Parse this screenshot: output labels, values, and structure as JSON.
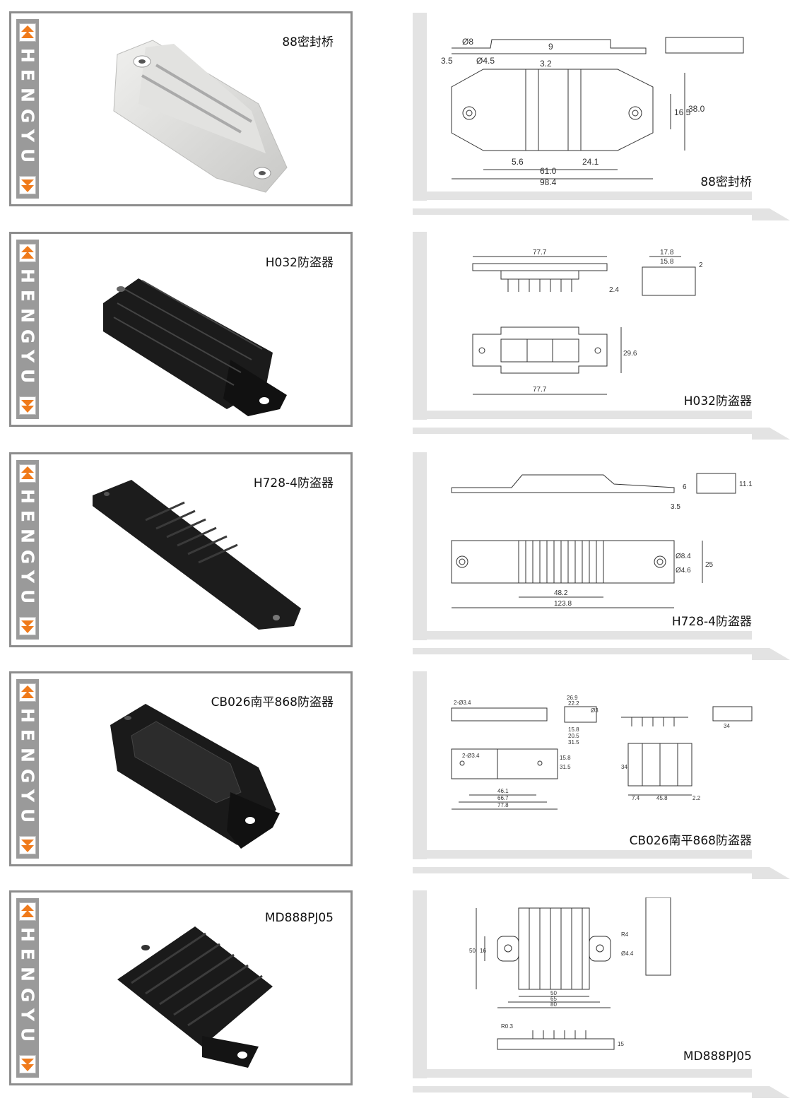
{
  "brand": {
    "vertical_text": "HENGYU"
  },
  "colors": {
    "accent": "#f07a1a",
    "strip": "#9a9a9a",
    "frame": "#8d8d8d",
    "panel_bar": "#e3e3e3"
  },
  "products": [
    {
      "name": "88密封桥",
      "dimensions": [
        "Ø8",
        "9",
        "3.5",
        "Ø4.5",
        "3.2",
        "16.5",
        "38.0",
        "5.6",
        "24.1",
        "61.0",
        "98.4"
      ]
    },
    {
      "name": "H032防盗器",
      "dimensions": [
        "77.7",
        "17.8",
        "15.8",
        "2",
        "2.4",
        "29.6",
        "77.7"
      ]
    },
    {
      "name": "H728-4防盗器",
      "dimensions": [
        "6",
        "3.5",
        "11.1",
        "Ø8.4",
        "Ø4.6",
        "25",
        "48.2",
        "123.8"
      ]
    },
    {
      "name": "CB026南平868防盗器",
      "dimensions": [
        "2-Ø3.4",
        "26.9",
        "22.2",
        "Ø3",
        "15.8",
        "20.5",
        "31.5",
        "2-Ø3.4",
        "15.8",
        "31.5",
        "46.1",
        "66.7",
        "77.8",
        "34",
        "7.4",
        "45.8",
        "2.2",
        "34"
      ]
    },
    {
      "name": "MD888PJ05",
      "dimensions": [
        "50",
        "16",
        "R4",
        "Ø4.4",
        "50",
        "65",
        "80",
        "R0.3",
        "15"
      ]
    }
  ]
}
